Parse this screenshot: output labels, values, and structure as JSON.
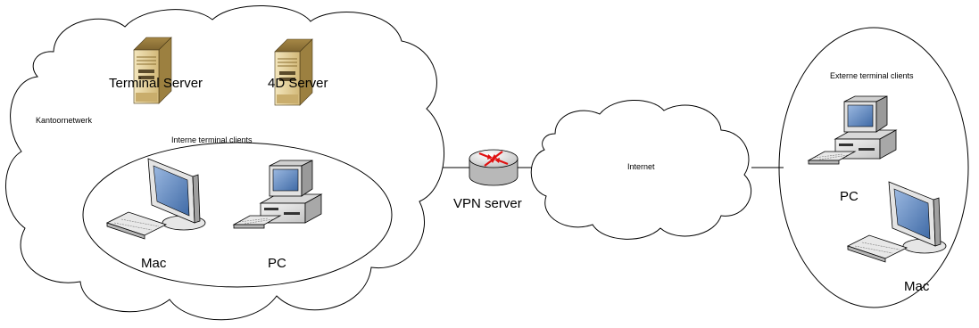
{
  "labels": {
    "office_network": "Kantoornetwerk",
    "terminal_server": "Terminal Server",
    "fourd_server": "4D Server",
    "internal_clients": "Interne terminal clients",
    "internal_mac": "Mac",
    "internal_pc": "PC",
    "vpn_server": "VPN server",
    "internet": "Internet",
    "external_clients": "Externe terminal clients",
    "external_pc": "PC",
    "external_mac": "Mac"
  },
  "icons": {
    "server": "server-tower-icon",
    "router": "vpn-router-icon",
    "pc": "desktop-pc-icon",
    "mac": "mac-monitor-icon"
  },
  "colors": {
    "server_body": "#e8d8a8",
    "server_shade": "#b89a5a",
    "router_body": "#d8d8d8",
    "router_arrows": "#e01010",
    "pc_body": "#e6e6e6",
    "screen": "#6a8fc0",
    "outline": "#000000"
  }
}
